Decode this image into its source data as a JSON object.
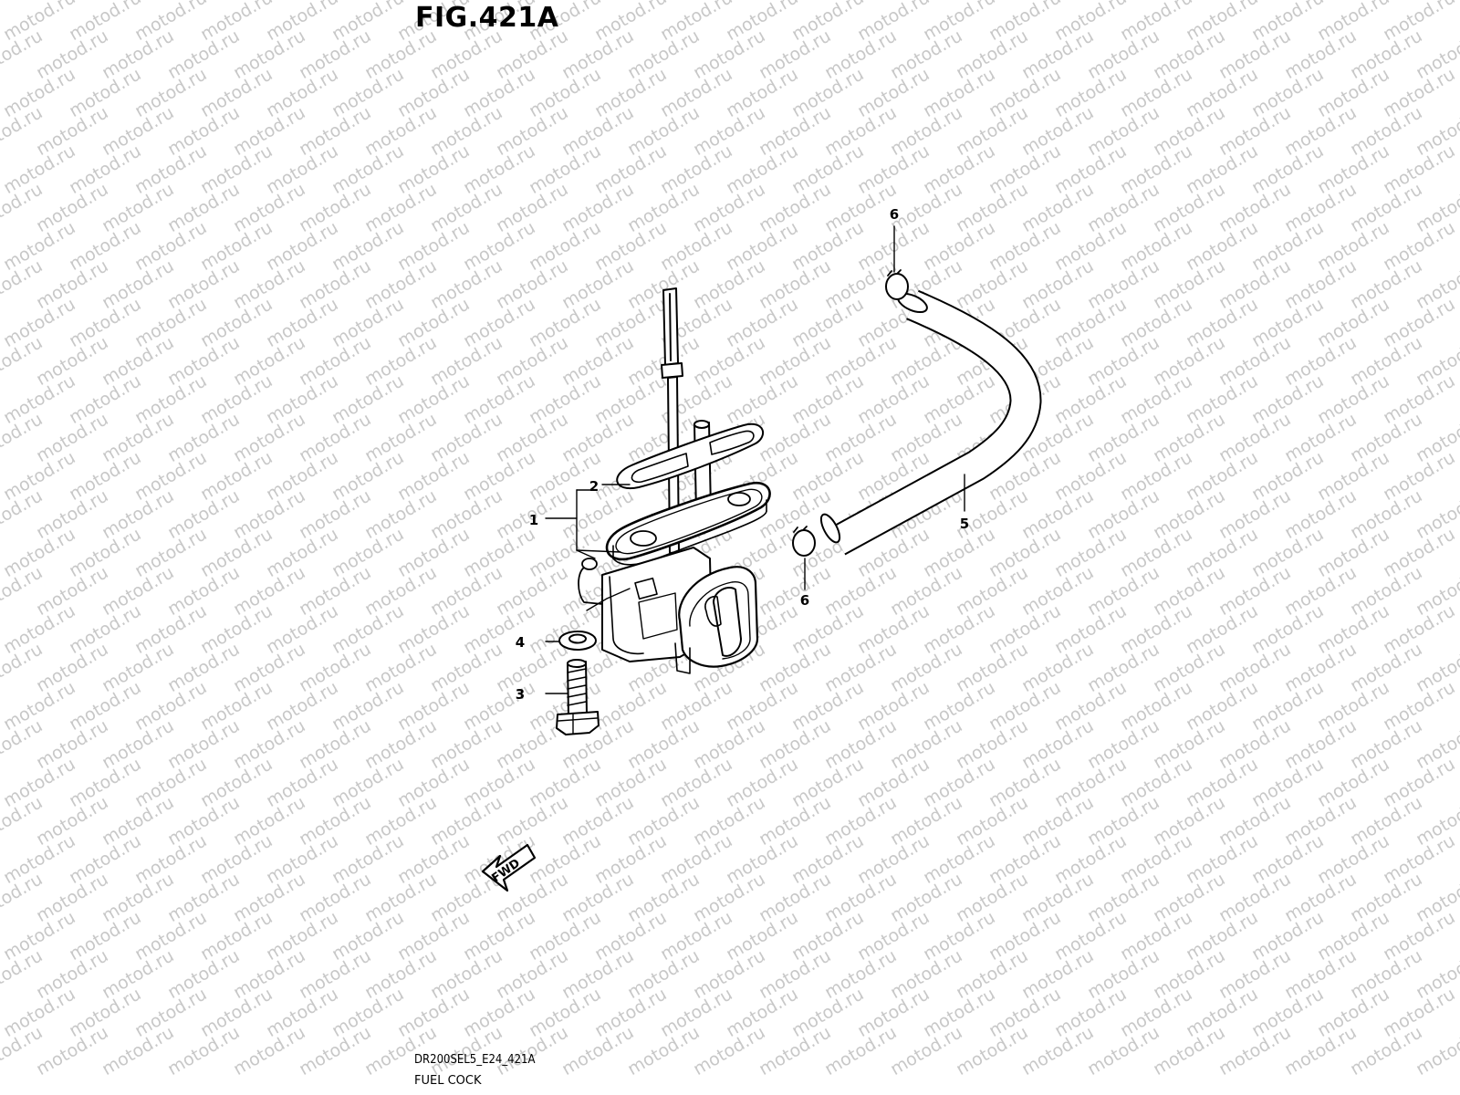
{
  "figure": {
    "title": "FIG.421A"
  },
  "footer": {
    "code": "DR200SEL5_E24_421A",
    "name": "FUEL COCK"
  },
  "watermark": {
    "text": "motod.ru"
  },
  "direction_marker": {
    "label": "FWD"
  },
  "callouts": [
    {
      "number": "1",
      "part": "fuel-cock-assembly"
    },
    {
      "number": "2",
      "part": "gasket"
    },
    {
      "number": "3",
      "part": "bolt"
    },
    {
      "number": "4",
      "part": "washer"
    },
    {
      "number": "5",
      "part": "fuel-hose"
    },
    {
      "number": "6",
      "part": "hose-clip-upper"
    },
    {
      "number": "6",
      "part": "hose-clip-lower"
    }
  ],
  "colors": {
    "line": "#000000",
    "watermark": "#c8c8c8",
    "background": "#ffffff"
  }
}
